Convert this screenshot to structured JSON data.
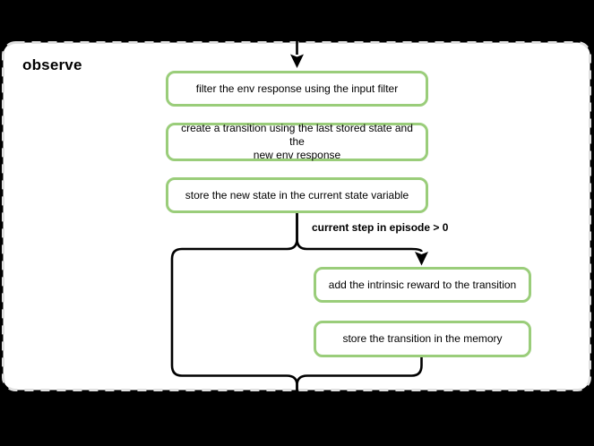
{
  "title": "observe",
  "nodes": [
    {
      "label": "filter the env response using the input filter"
    },
    {
      "label": "create a transition using the last stored state and the\nnew env response"
    },
    {
      "label": "store the new state in the current state variable"
    },
    {
      "label": "add the intrinsic reward to the transition"
    },
    {
      "label": "store the transition in the memory"
    }
  ],
  "condition_label": "current step in episode > 0",
  "colors": {
    "background": "#000000",
    "container_fill": "#ffffff",
    "container_border": "#e0e0e0",
    "node_fill": "#ffffff",
    "node_border": "#9acd7a",
    "edge": "#000000",
    "text": "#000000"
  }
}
